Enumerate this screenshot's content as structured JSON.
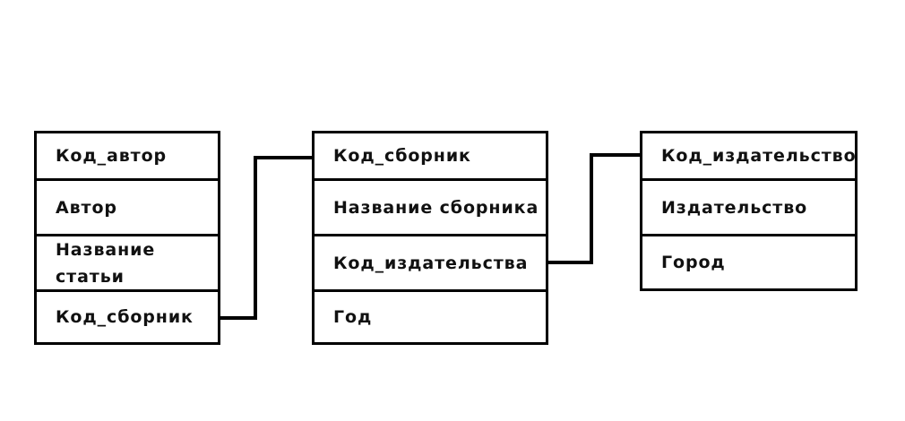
{
  "tables": [
    {
      "fields": [
        "Код_автор",
        "Автор",
        "Название\nстатьи",
        "Код_сборник"
      ]
    },
    {
      "fields": [
        "Код_сборник",
        "Название сборника",
        "Код_издательства",
        "Год"
      ]
    },
    {
      "fields": [
        "Код_издательство",
        "Издательство",
        "Город"
      ]
    }
  ],
  "relations": [
    {
      "from": "Код_сборник",
      "from_table": 0,
      "to": "Код_сборник",
      "to_table": 1
    },
    {
      "from": "Код_издательства",
      "from_table": 1,
      "to": "Код_издательство",
      "to_table": 2
    }
  ],
  "colors": {
    "line": "#000000",
    "background": "#ffffff",
    "text": "#111111"
  }
}
